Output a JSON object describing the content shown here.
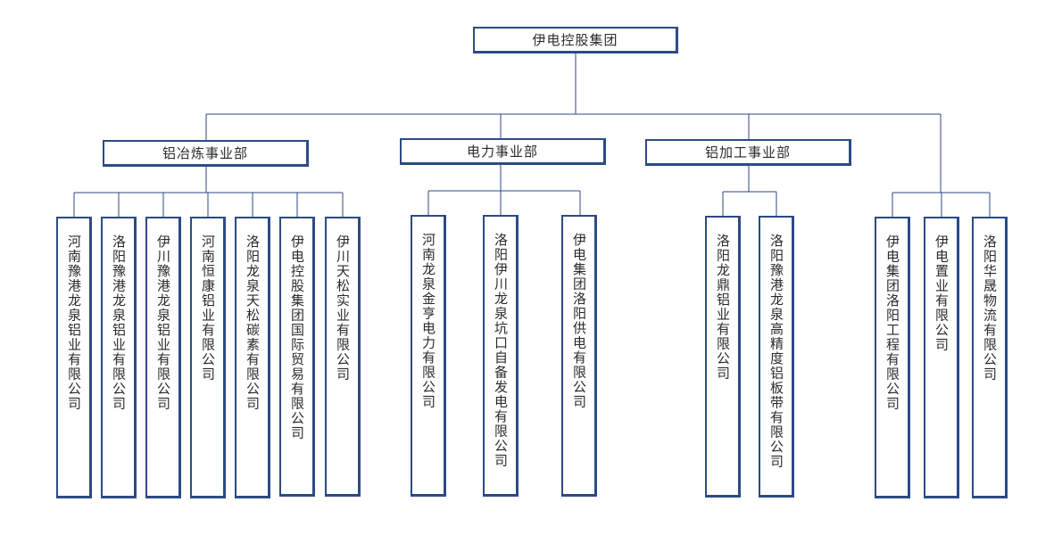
{
  "colors": {
    "line": "#2c4a85",
    "border": "#2c4a85",
    "text": "#2b2b2b",
    "background": "#ffffff"
  },
  "org": {
    "root": "伊电控股集团",
    "groups": [
      {
        "name": "铝冶炼事业部",
        "companies": [
          "河南豫港龙泉铝业有限公司",
          "洛阳豫港龙泉铝业有限公司",
          "伊川豫港龙泉铝业有限公司",
          "河南恒康铝业有限公司",
          "洛阳龙泉天松碳素有限公司",
          "伊电控股集团国际贸易有限公司",
          "伊川天松实业有限公司"
        ]
      },
      {
        "name": "电力事业部",
        "companies": [
          "河南龙泉金亨电力有限公司",
          "洛阳伊川龙泉坑口自备发电有限公司",
          "伊电集团洛阳供电有限公司"
        ]
      },
      {
        "name": "铝加工事业部",
        "companies": [
          "洛阳龙鼎铝业有限公司",
          "洛阳豫港龙泉高精度铝板带有限公司"
        ]
      },
      {
        "name": "",
        "companies": [
          "伊电集团洛阳工程有限公司",
          "伊电置业有限公司",
          "洛阳华晟物流有限公司"
        ]
      }
    ]
  }
}
